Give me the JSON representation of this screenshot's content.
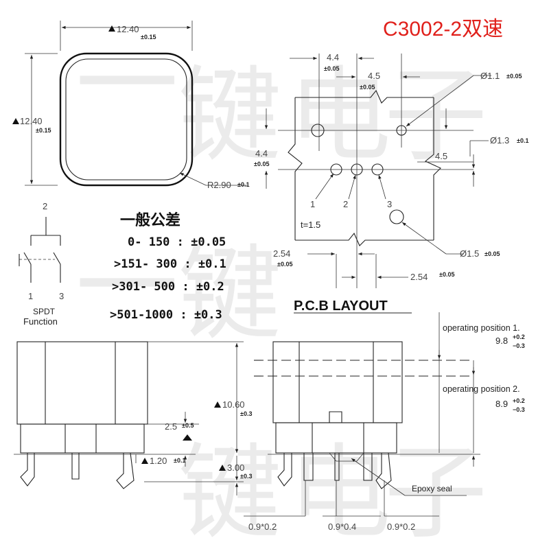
{
  "title": "C3002-2双速",
  "watermark": [
    "一",
    "键",
    "电",
    "子"
  ],
  "top_view": {
    "width_dim": "12.40",
    "width_tol": "±0.15",
    "height_dim": "12.40",
    "height_tol": "±0.15",
    "radius_label": "R2.90",
    "radius_tol": "±0.1"
  },
  "general_tolerance": {
    "title": "一般公差",
    "rows": [
      "0-  150 : ±0.05",
      ">151- 300 : ±0.1",
      ">301- 500 : ±0.2",
      ">501-1000 : ±0.3"
    ]
  },
  "schematic": {
    "pin_top": "2",
    "pin_left": "1",
    "pin_right": "3",
    "caption_line1": "SPDT",
    "caption_line2": "Function"
  },
  "pcb_layout": {
    "heading": "P.C.B LAYOUT",
    "dim_top_a": "4.4",
    "dim_top_a_tol": "±0.05",
    "dim_top_b": "4.5",
    "dim_top_b_tol": "±0.05",
    "dim_left": "4.4",
    "dim_left_tol": "±0.05",
    "dim_right": "4.5",
    "hole_a": "Ø1.1",
    "hole_a_tol": "±0.05",
    "hole_b": "Ø1.3",
    "hole_b_tol": "±0.1",
    "hole_c": "Ø1.5",
    "hole_c_tol": "±0.05",
    "pitch_left": "2.54",
    "pitch_left_tol": "±0.05",
    "pitch_right": "2.54",
    "pitch_right_tol": "±0.05",
    "thickness": "t=1.5",
    "pin_labels": [
      "1",
      "2",
      "3"
    ]
  },
  "side_view": {
    "height_dim": "10.60",
    "height_tol": "±0.3",
    "step_dim": "2.5",
    "step_tol": "±0.5",
    "pcb_gap_dim": "1.20",
    "pcb_gap_tol": "±0.1",
    "lead_dim": "3.00",
    "lead_tol": "±0.3",
    "pin_dim_left": "0.9*0.2"
  },
  "operating_view": {
    "pos1_label": "operating position 1.",
    "pos1_value": "9.8",
    "pos1_tol_plus": "+0.2",
    "pos1_tol_minus": "−0.3",
    "pos2_label": "operating position 2.",
    "pos2_value": "8.9",
    "pos2_tol_plus": "+0.2",
    "pos2_tol_minus": "−0.3",
    "epoxy_label": "Epoxy seal",
    "pin_dim_mid": "0.9*0.4",
    "pin_dim_right": "0.9*0.2"
  }
}
